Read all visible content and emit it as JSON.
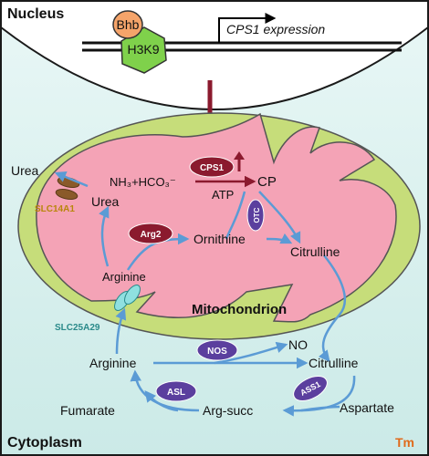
{
  "labels": {
    "nucleus": "Nucleus",
    "cytoplasm": "Cytoplasm",
    "tm": "Tm",
    "mitochondrion": "Mitochondrion",
    "cps1_expression": "CPS1 expression",
    "bhb": "Bhb",
    "h3k9": "H3K9"
  },
  "mito": {
    "urea_out": "Urea",
    "slc14a1": "SLC14A1",
    "urea_in": "Urea",
    "nh3": "NH₃+HCO₃⁻",
    "atp": "ATP",
    "cp": "CP",
    "ornithine": "Ornithine",
    "citrulline": "Citrulline",
    "arginine": "Arginine",
    "slc25a29": "SLC25A29"
  },
  "cyto": {
    "arginine": "Arginine",
    "no": "NO",
    "citrulline": "Citrulline",
    "fumarate": "Fumarate",
    "arg_succ": "Arg-succ",
    "aspartate": "Aspartate"
  },
  "enzymes": {
    "cps1": "CPS1",
    "arg2": "Arg2",
    "otc": "OTC",
    "nos": "NOS",
    "asl": "ASL",
    "ass1": "ASS1"
  },
  "colors": {
    "nucleus_fill": "#ffffff",
    "cell_fill": "#d8f0ee",
    "mito_outer": "#c6dd7a",
    "mito_inner": "#f4a3b6",
    "arrow_blue": "#5b9bd5",
    "enzyme_red": "#8b1a2e",
    "enzyme_purple": "#5b3f9e",
    "hexagon_green": "#7fd14b",
    "bhb_orange": "#f5a46a",
    "tm_orange": "#e06a1a"
  }
}
